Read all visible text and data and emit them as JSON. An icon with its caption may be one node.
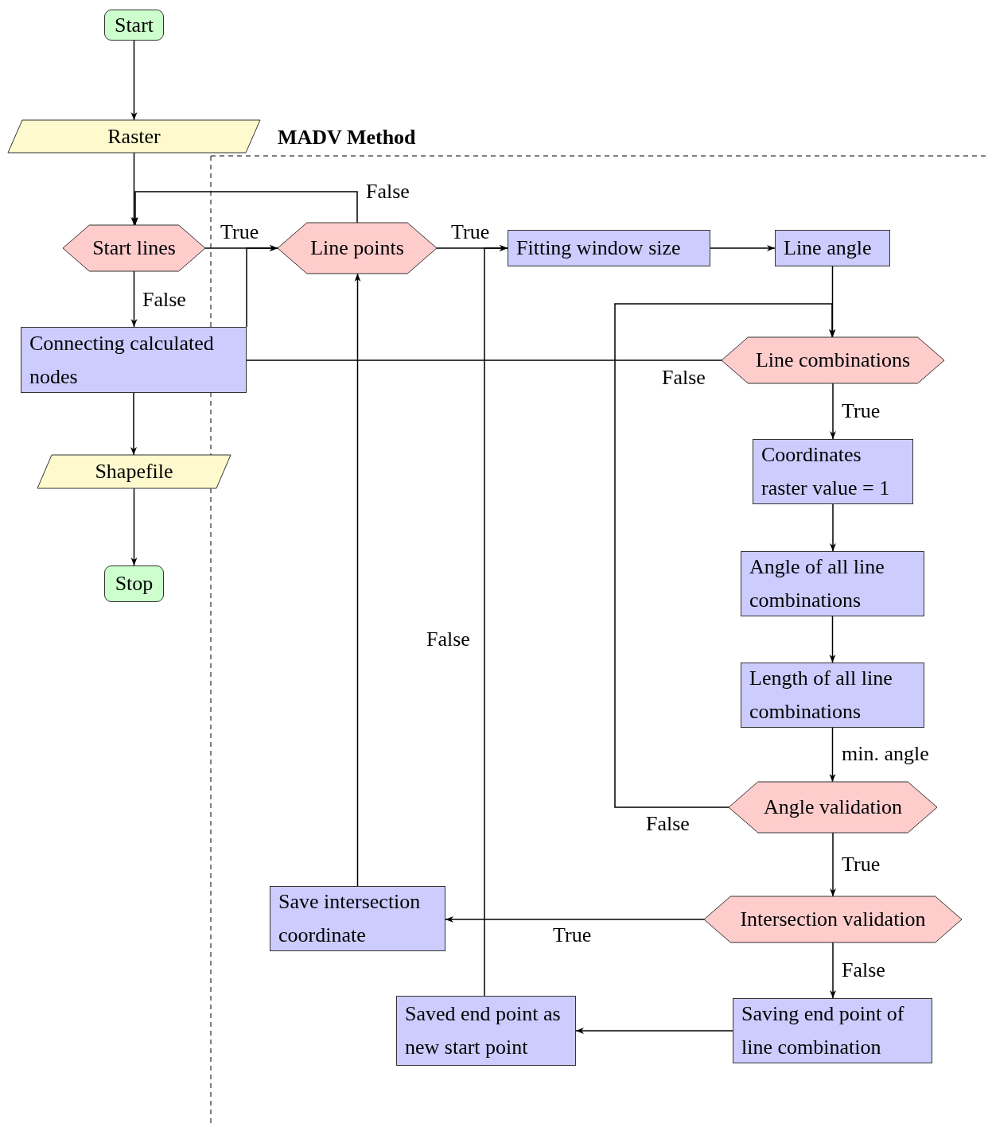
{
  "diagram": {
    "nodes": [
      {
        "text": [
          "Start"
        ]
      },
      {
        "text": [
          "Raster"
        ]
      },
      {
        "text": [
          "Start lines"
        ]
      },
      {
        "text": [
          "Line points"
        ]
      },
      {
        "text": [
          "Fitting window size"
        ]
      },
      {
        "text": [
          "Line angle"
        ]
      },
      {
        "text": [
          "Connecting calculated nodes"
        ]
      },
      {
        "text": [
          "Line combinations"
        ]
      },
      {
        "text": [
          "Coordinates raster value = 1"
        ]
      },
      {
        "text": [
          "Angle of all line combinations"
        ]
      },
      {
        "text": [
          "Length of all line combinations"
        ]
      },
      {
        "text": [
          "Angle validation"
        ]
      },
      {
        "text": [
          "Intersection validation"
        ]
      },
      {
        "text": [
          "Save intersection coordinate"
        ]
      },
      {
        "text": [
          "Saved end point as new start point"
        ]
      },
      {
        "text": [
          "Saving end point of line combination"
        ]
      },
      {
        "text": [
          "Shapefile"
        ]
      },
      {
        "text": [
          "Stop"
        ]
      }
    ],
    "edges": [
      {
        "from": 0,
        "to": 1,
        "arrow": "to"
      },
      {
        "from": 1,
        "to": 2,
        "arrow": "to"
      },
      {
        "from": 2,
        "to": 3,
        "arrow": "to",
        "label": "True"
      },
      {
        "from": 3,
        "to": 4,
        "arrow": "to",
        "label": "True"
      },
      {
        "from": 4,
        "to": 5,
        "arrow": "to"
      },
      {
        "from": 5,
        "to": 7,
        "arrow": "to"
      },
      {
        "from": 7,
        "to": 8,
        "arrow": "to",
        "label": "True"
      },
      {
        "from": 8,
        "to": 9,
        "arrow": "to"
      },
      {
        "from": 9,
        "to": 10,
        "arrow": "to"
      },
      {
        "from": 10,
        "to": 11,
        "arrow": "to",
        "label": "min. angle"
      },
      {
        "from": 11,
        "to": 12,
        "arrow": "to",
        "label": "True"
      },
      {
        "from": 12,
        "to": 13,
        "arrow": "to",
        "label": "True"
      },
      {
        "from": 12,
        "to": 15,
        "arrow": "to",
        "label": "False"
      },
      {
        "from": 15,
        "to": 14,
        "arrow": "to"
      },
      {
        "from": 14,
        "to": 4,
        "arrow": "to",
        "label": "False"
      },
      {
        "from": 13,
        "to": 3,
        "arrow": "to"
      },
      {
        "from": 3,
        "to": 2,
        "arrow": "to",
        "label": "False"
      },
      {
        "from": 2,
        "to": 6,
        "arrow": "to",
        "label": "False"
      },
      {
        "from": 6,
        "to": 3,
        "arrow": "to"
      },
      {
        "from": 7,
        "to": 6,
        "arrow": "none",
        "label": "False"
      },
      {
        "from": 11,
        "to": 7,
        "arrow": "to",
        "label": "False"
      },
      {
        "from": 6,
        "to": 16,
        "arrow": "to"
      },
      {
        "from": 16,
        "to": 17,
        "arrow": "to"
      }
    ],
    "labels": [
      "MADV Method"
    ]
  }
}
